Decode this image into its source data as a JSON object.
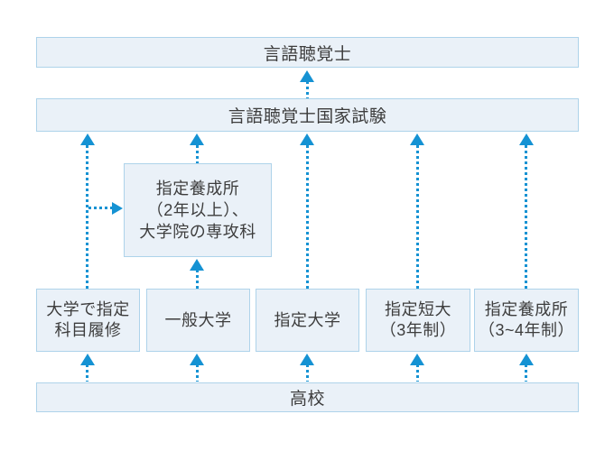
{
  "diagram": {
    "goal_box": {
      "label": "言語聴覚士"
    },
    "exam_box": {
      "label": "言語聴覚士国家試験"
    },
    "training_box": {
      "lines": [
        "指定養成所",
        "（2年以上）、",
        "大学院の専攻科"
      ]
    },
    "route_boxes": [
      {
        "lines": [
          "大学で指定",
          "科目履修"
        ]
      },
      {
        "lines": [
          "一般大学"
        ]
      },
      {
        "lines": [
          "指定大学"
        ]
      },
      {
        "lines": [
          "指定短大",
          "（3年制）"
        ]
      },
      {
        "lines": [
          "指定養成所",
          "（3~4年制）"
        ]
      }
    ],
    "base_box": {
      "label": "高校"
    },
    "colors": {
      "box_fill": "#eaf1f8",
      "box_border": "#aed3ea",
      "arrow_blue": "#1592d3",
      "text": "#3d3d3d",
      "background": "#ffffff"
    }
  }
}
